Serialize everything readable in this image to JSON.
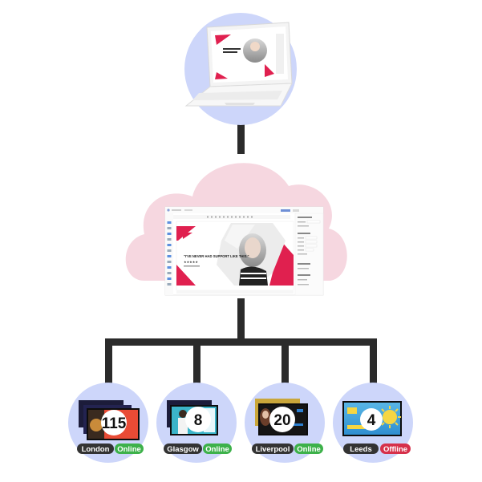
{
  "colors": {
    "connector": "#2b2b2b",
    "circle_fill": "#cdd6fa",
    "cloud_fill": "#f6d7e0",
    "brand_red": "#e0204f",
    "pill_dark": "#333333",
    "status_online": "#3db14a",
    "status_offline": "#d6304a"
  },
  "editor": {
    "quote": "\"I'VE NEVER HAD SUPPORT LIKE THIS.\"",
    "rating_stars": "★★★★★"
  },
  "locations": [
    {
      "name": "London",
      "count": "115",
      "status": "Online",
      "status_key": "online",
      "icon": "stacked-screens"
    },
    {
      "name": "Glasgow",
      "count": "8",
      "status": "Online",
      "status_key": "online",
      "icon": "stacked-screens"
    },
    {
      "name": "Liverpool",
      "count": "20",
      "status": "Online",
      "status_key": "online",
      "icon": "stacked-screens"
    },
    {
      "name": "Leeds",
      "count": "4",
      "status": "Offline",
      "status_key": "offline",
      "icon": "single-screen"
    }
  ]
}
